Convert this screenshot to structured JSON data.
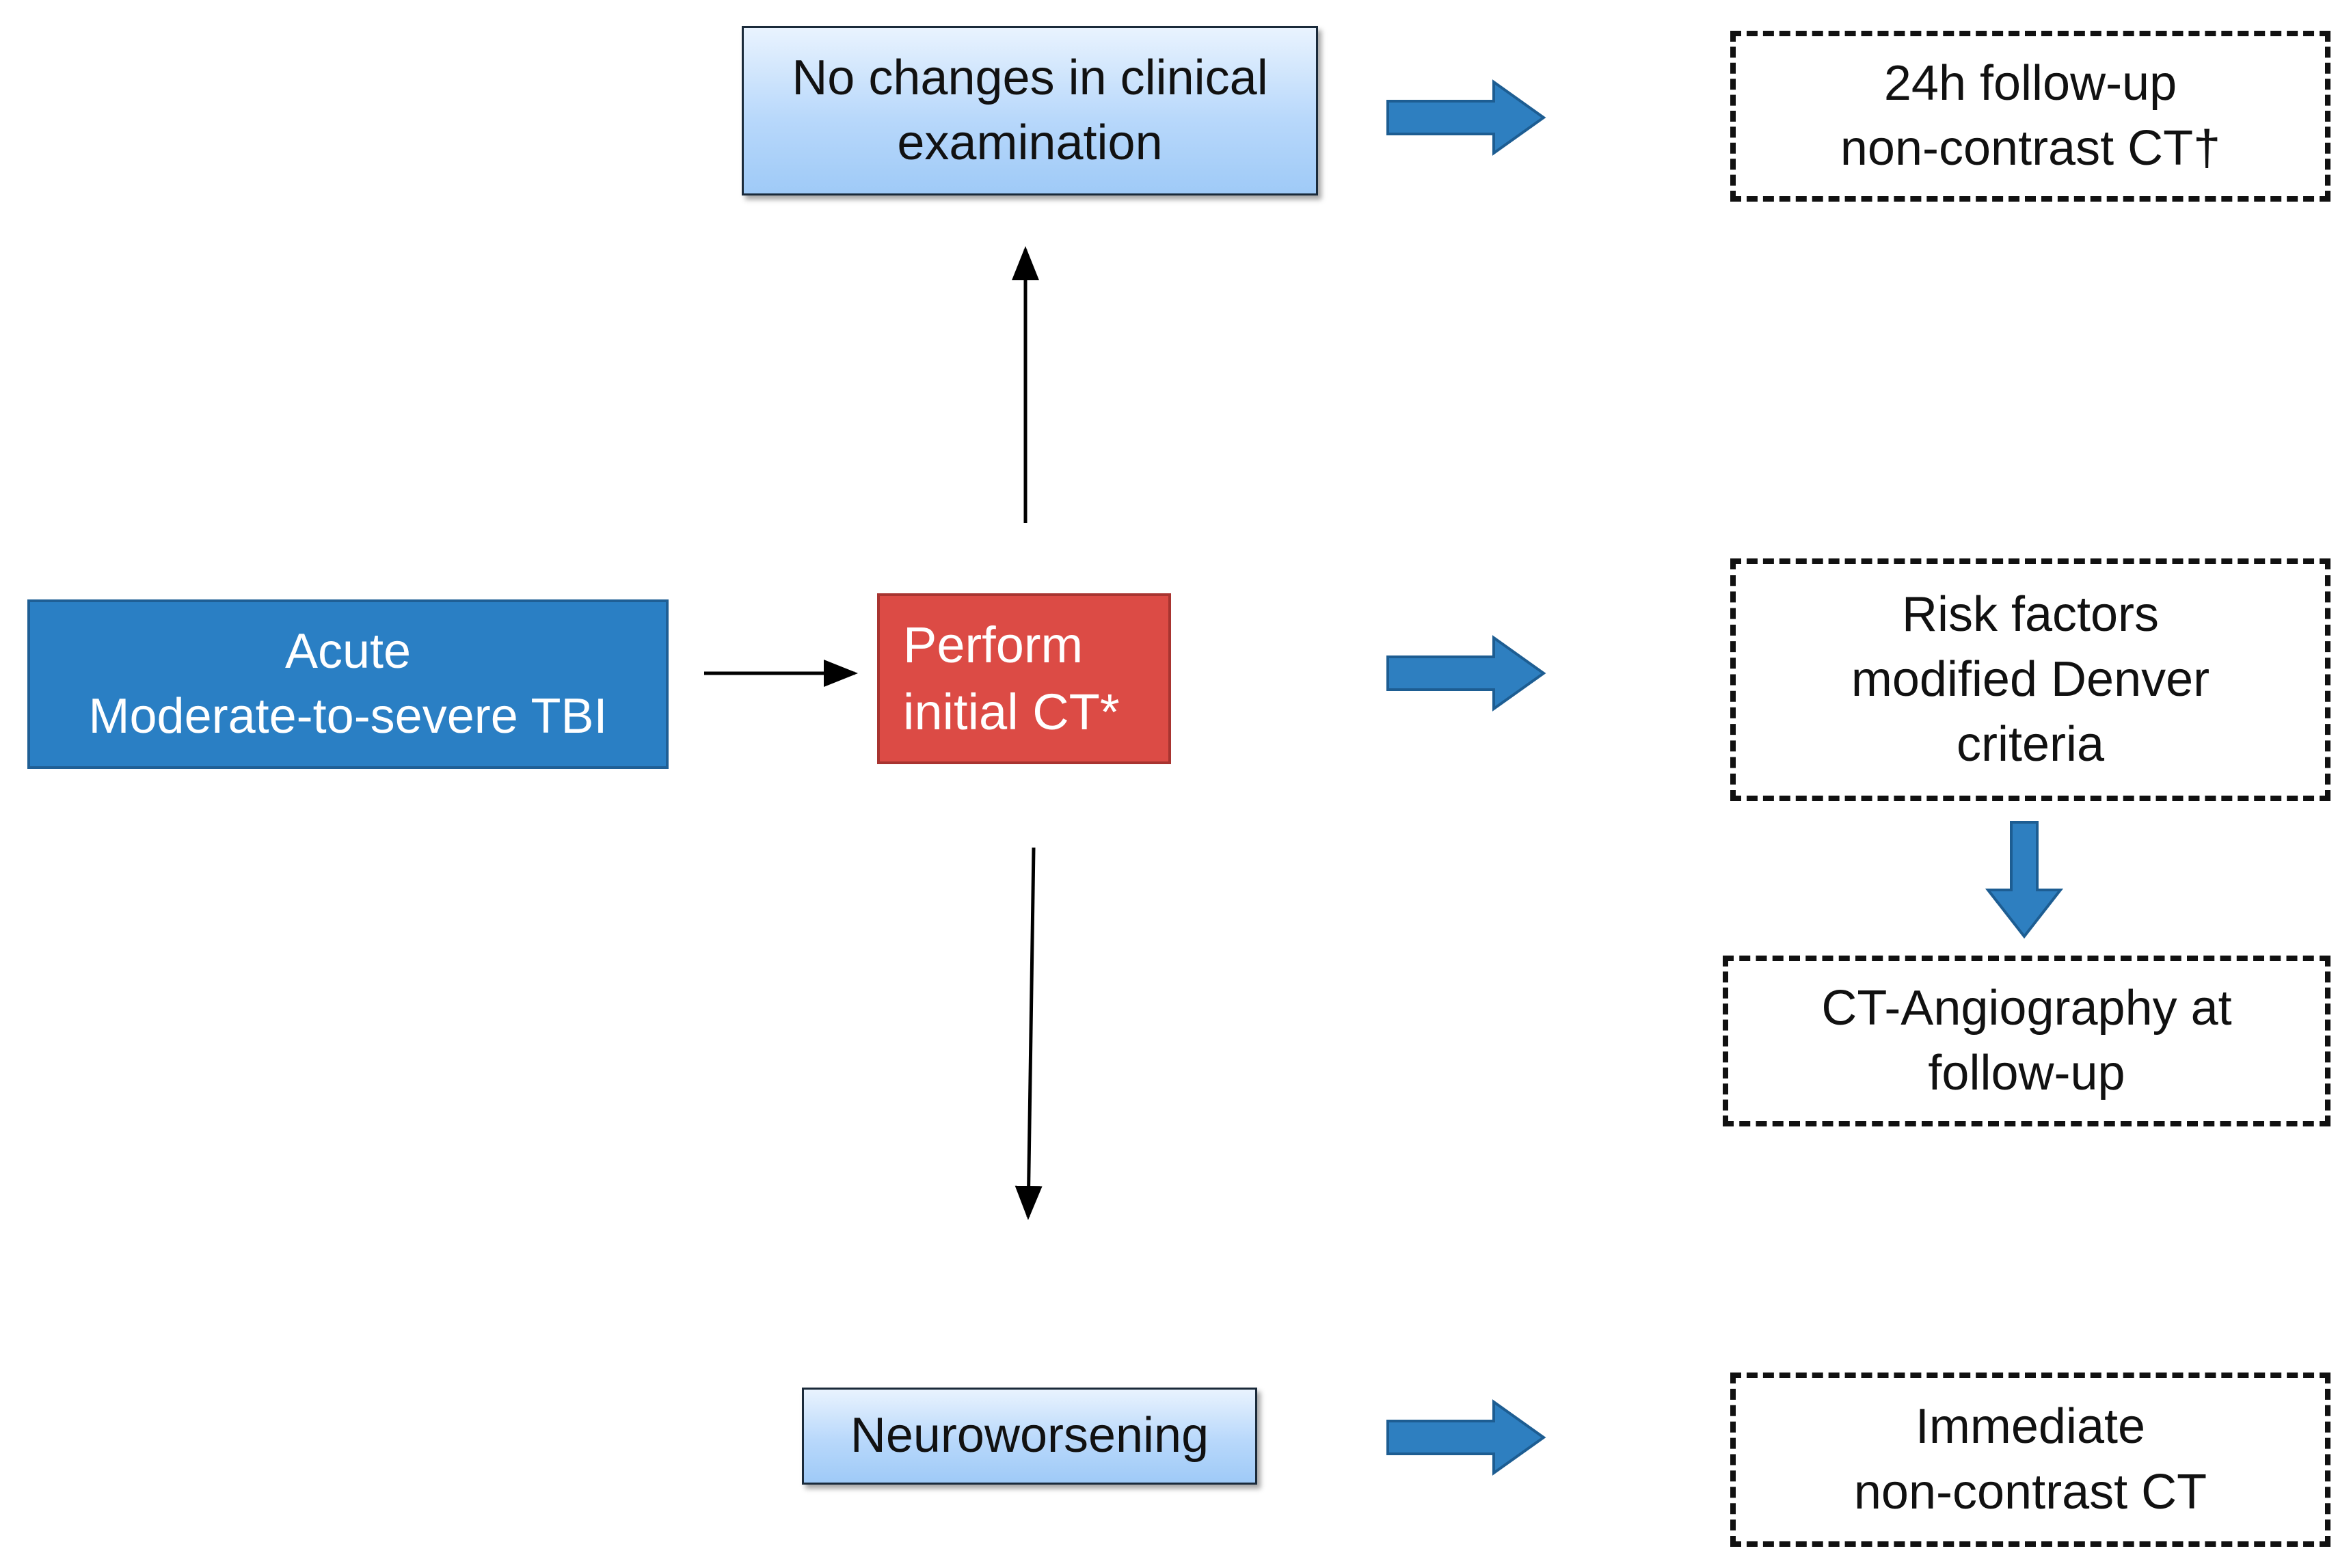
{
  "nodes": {
    "tbi": {
      "line1": "Acute",
      "line2": "Moderate-to-severe TBI"
    },
    "initial_ct": {
      "line1": "Perform",
      "line2": "initial CT*"
    },
    "no_changes": {
      "line1": "No changes in clinical",
      "line2": "examination"
    },
    "neuroworsening": {
      "line1": "Neuroworsening"
    },
    "followup_ct": {
      "line1": "24h follow-up",
      "line2": "non-contrast CT†"
    },
    "risk_factors": {
      "line1": "Risk factors",
      "line2": "modified Denver",
      "line3": "criteria"
    },
    "cta": {
      "line1": "CT-Angiography at",
      "line2": "follow-up"
    },
    "immediate_ct": {
      "line1": "Immediate",
      "line2": "non-contrast CT"
    }
  },
  "colors": {
    "primary_blue": "#2a7fc4",
    "alert_red": "#dc4b45",
    "light_blue": "#b8d8fb",
    "block_arrow_blue": "#2e7fc0",
    "border_dark": "#111111"
  }
}
